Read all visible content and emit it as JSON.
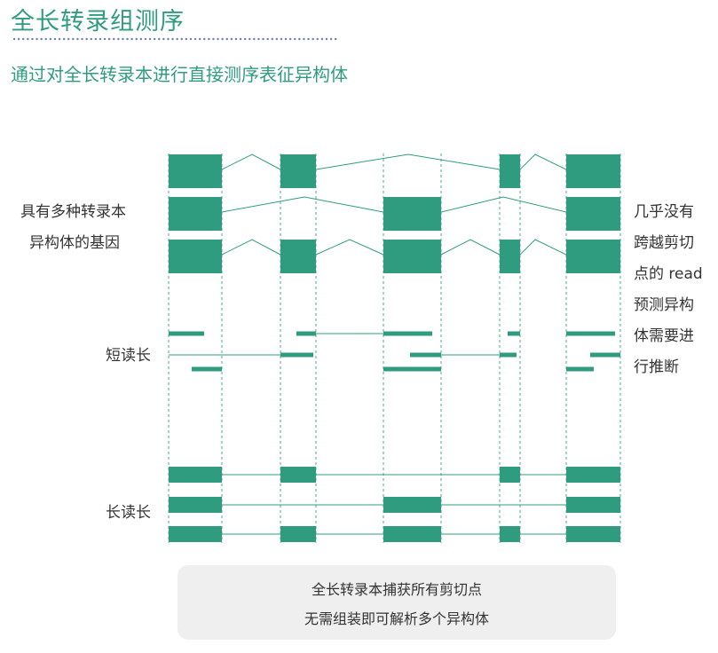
{
  "header": {
    "title": "全长转录组测序",
    "subtitle": "通过对全长转录本进行直接测序表征异构体"
  },
  "labels": {
    "left_gene_line1": "具有多种转录本",
    "left_gene_line2": "异构体的基因",
    "short_reads": "短读长",
    "long_reads": "长读长",
    "right_lines": [
      "几乎没有",
      "跨越剪切",
      "点的 read",
      "预测异构",
      "体需要进",
      "行推断"
    ]
  },
  "footer": {
    "line1": "全长转录本捕获所有剪切点",
    "line2": "无需组装即可解析多个异构体"
  },
  "colors": {
    "accent": "#2f9c80",
    "text": "#333333",
    "box_bg": "#efefef"
  }
}
